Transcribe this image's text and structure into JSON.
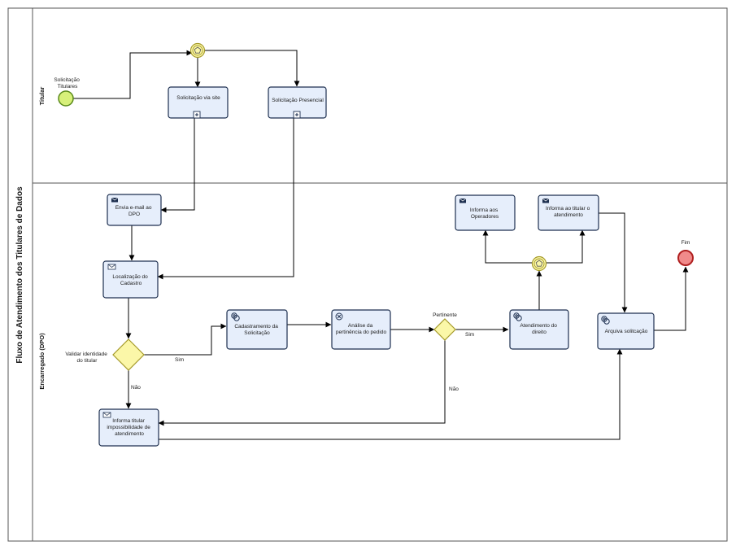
{
  "pool": {
    "title": "Fluxo de Atendimento dos Titulares de Dados"
  },
  "lanes": [
    {
      "id": "titular",
      "label": "Titular"
    },
    {
      "id": "dpo",
      "label": "Encarregado (DPO)"
    }
  ],
  "start_event": {
    "label_line1": "Solicitação",
    "label_line2": "Titulares"
  },
  "end_event": {
    "label": "Fim"
  },
  "tasks": {
    "solicitacao_site": {
      "label": "Solicitação via  site"
    },
    "solicitacao_presencial": {
      "label": "Solicitação Presencial"
    },
    "envia_email": {
      "line1": "Envia e-mail ao",
      "line2": "DPO"
    },
    "localizacao": {
      "line1": "Localização do",
      "line2": "Cadastro"
    },
    "cadastramento": {
      "line1": "Cadastramento da",
      "line2": "Solicitação"
    },
    "analise": {
      "line1": "Análise da",
      "line2": "pertinência do pedido"
    },
    "atendimento": {
      "line1": "Atendimento do",
      "line2": "direito"
    },
    "informa_operadores": {
      "line1": "Informa aos",
      "line2": "Operadores"
    },
    "informa_titular_atendimento": {
      "line1": "Informa ao titular o",
      "line2": "atendimento"
    },
    "arquiva": {
      "label": "Arquiva solitcação"
    },
    "informa_impossibilidade": {
      "line1": "Informa titular",
      "line2": "impossibilidade de",
      "line3": "atendimento"
    }
  },
  "gateways": {
    "validar": {
      "line1": "Validar identidade",
      "line2": "do titular"
    },
    "pertinente": {
      "label": "Pertinente"
    }
  },
  "flow_labels": {
    "sim_validar": "Sim",
    "nao_validar": "Não",
    "sim_pertinente": "Sim",
    "nao_pertinente": "Não"
  },
  "colors": {
    "task_fill": "#e6eefb",
    "task_stroke": "#1d2f4f",
    "start_fill": "#d7f07a",
    "start_stroke": "#5a8a1a",
    "end_fill": "#f08a8a",
    "end_stroke": "#b02020",
    "gateway_fill": "#fbf7a8",
    "gateway_stroke": "#a59a2a"
  }
}
